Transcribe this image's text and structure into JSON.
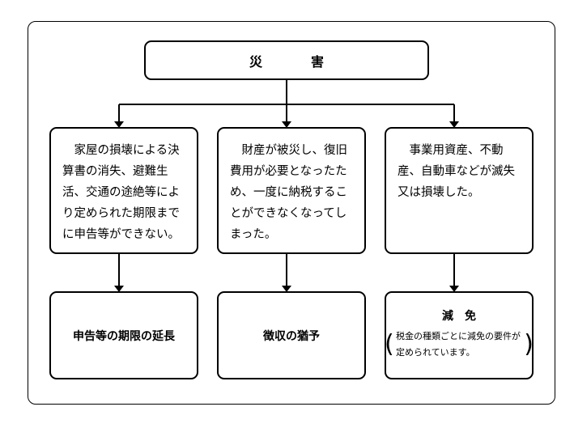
{
  "top": {
    "title": "災　害"
  },
  "causes": [
    {
      "text": "家屋の損壊による決算書の消失、避難生活、交通の途絶等により定められた期限までに申告等ができない。"
    },
    {
      "text": "財産が被災し、復旧費用が必要となったため、一度に納税することができなくなってしまった。"
    },
    {
      "text": "事業用資産、不動産、自動車などが滅失又は損壊した。"
    }
  ],
  "results": [
    {
      "title": "申告等の期限の延長"
    },
    {
      "title": "徴収の猶予"
    },
    {
      "title": "減免",
      "note": "税金の種類ごとに減免の要件が定められています。"
    }
  ]
}
